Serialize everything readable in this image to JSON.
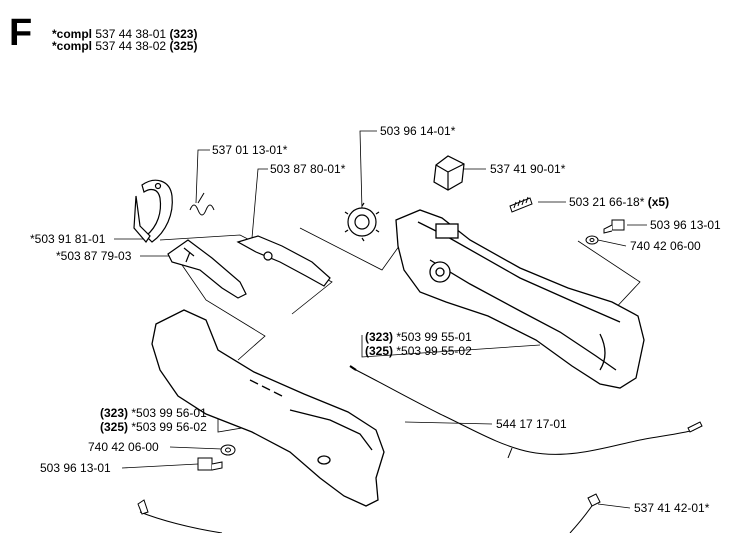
{
  "section": "F",
  "compl": [
    {
      "prefix": "*compl",
      "number": "537 44 38-01",
      "model": "(323)"
    },
    {
      "prefix": "*compl",
      "number": "537 44 38-02",
      "model": "(325)"
    }
  ],
  "labels": {
    "p537011301": "537 01 13-01*",
    "p503878001": "503 87 80-01*",
    "p503961401": "503 96 14-01*",
    "p537419001": "537 41 90-01*",
    "p503216618": "503 21 66-18*",
    "p503216618_qty": "(x5)",
    "p503961301_top": "503 96 13-01",
    "p740420600_top": "740 42 06-00",
    "p503918101": "*503 91 81-01",
    "p503877903": "*503 87 79-03",
    "p323_a_model": "(323)",
    "p323_a": "*503 99 55-01",
    "p325_a_model": "(325)",
    "p325_a": "*503 99 55-02",
    "p323_b_model": "(323)",
    "p323_b": "*503 99 56-01",
    "p325_b_model": "(325)",
    "p325_b": "*503 99 56-02",
    "p740420600_bot": "740 42 06-00",
    "p503961301_bot": "503 96 13-01",
    "p544171701": "544 17 17-01",
    "p537414201": "537 41 42-01*"
  }
}
